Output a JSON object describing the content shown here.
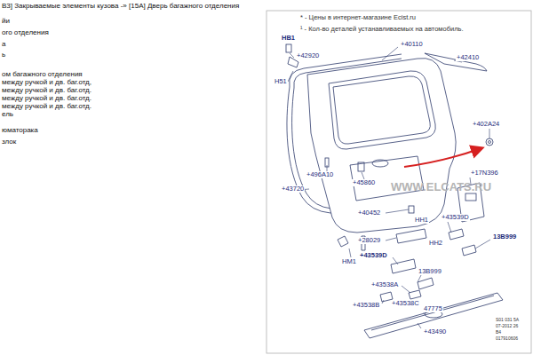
{
  "diagram": {
    "title": "В3] Закрываемые элементы кузова -» [15A] Дверь багажного отделения",
    "labels": [
      "* - Цены в интернет-магазине Ecist.ru",
      "¹ - Кол-во деталей устанавливаемых на автомобиль.",
      "йи",
      "ого отделения",
      "а",
      "ь",
      "ом багажного отделения",
      "между ручкой и дв. баг.отд,",
      "между ручкой и дв. баг.отд.",
      "между ручкой и дв. баг.отд.",
      "между ручкой и дв. баг.отд.",
      "ель",
      "юматорака",
      "злок",
      "HB1",
      "+42920",
      "H51",
      "+40110",
      "+42410",
      "+402A24",
      "+496A10",
      "+45860",
      "+43720",
      "WWW.ELCATS.RU",
      "+17N396",
      "+40452",
      "HH1",
      "+43539D",
      "+28029",
      "HH2",
      "13B999",
      "HM1",
      "+43539D",
      "13B999",
      "+43538A",
      "+43538B",
      "+43538C",
      "47775",
      "+43490",
      "S01 031 5A",
      "07-2012 26",
      "B4",
      "017910606"
    ]
  }
}
